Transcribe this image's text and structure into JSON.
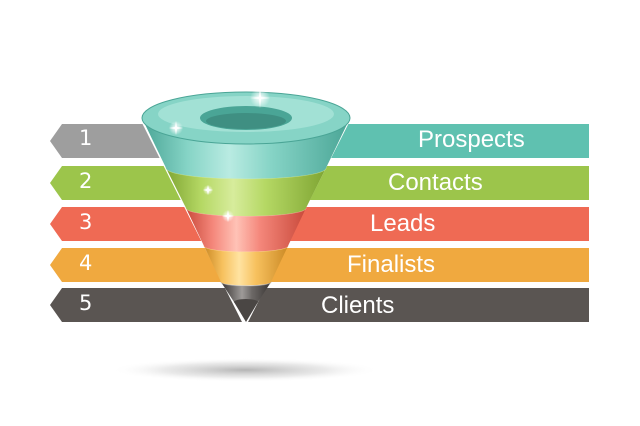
{
  "funnel": {
    "stages": [
      {
        "number": "1",
        "label": "Prospects",
        "color": "#5fc1b0",
        "left_color": "#9e9e9e",
        "cone_light": "#b9ebe2",
        "cone_mid": "#86d4c6",
        "cone_dark": "#4aa596"
      },
      {
        "number": "2",
        "label": "Contacts",
        "color": "#9cc54b",
        "left_color": "#9cc54b",
        "cone_light": "#d7ec9c",
        "cone_mid": "#b5d864",
        "cone_dark": "#7fa533"
      },
      {
        "number": "3",
        "label": "Leads",
        "color": "#ef6a54",
        "left_color": "#ef6a54",
        "cone_light": "#ffc2b6",
        "cone_mid": "#f4867a",
        "cone_dark": "#c94a3b"
      },
      {
        "number": "4",
        "label": "Finalists",
        "color": "#f0a93f",
        "left_color": "#f0a93f",
        "cone_light": "#ffe3a1",
        "cone_mid": "#f7c15e",
        "cone_dark": "#cc8a25"
      },
      {
        "number": "5",
        "label": "Clients",
        "color": "#5a5552",
        "left_color": "#5a5552",
        "cone_light": "#9e9b99",
        "cone_mid": "#6c6866",
        "cone_dark": "#3a3634"
      }
    ]
  }
}
